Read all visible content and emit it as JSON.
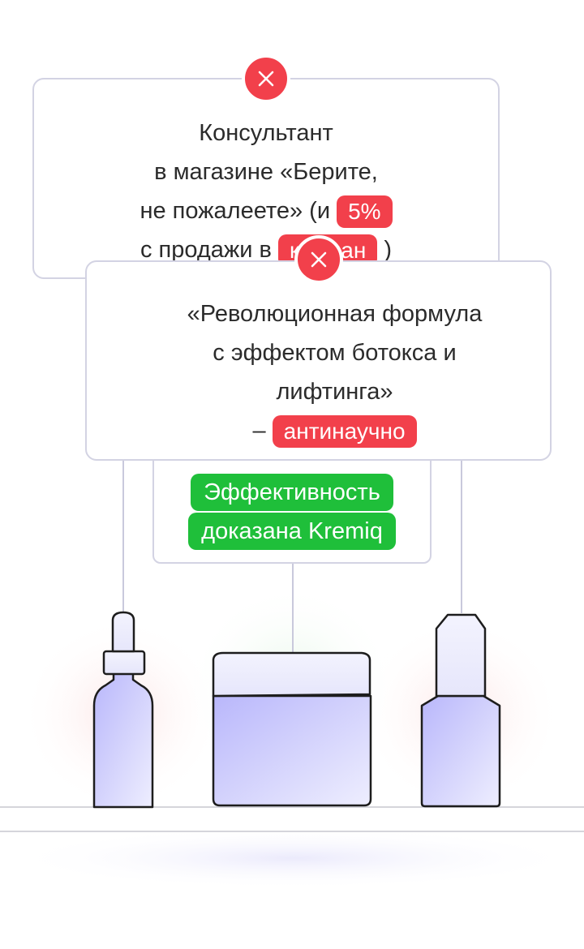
{
  "card_consultant": {
    "line1": "Консультант",
    "line2": "в магазине «Берите,",
    "line3_text": "не пожалеете» (и",
    "line3_tag": "5%",
    "line4_prefix": "с продажи в",
    "line4_tag": "карман",
    "line4_suffix": ")"
  },
  "card_formula": {
    "line1": "«Революционная формула",
    "line2": "с эффектом ботокса и",
    "line3": "лифтинга»",
    "line4_dash": "–",
    "line4_tag": "антинаучно"
  },
  "card_kremiq": {
    "line1": "Эффективность",
    "line2": "доказана Kremiq"
  },
  "colors": {
    "red": "#f2404b",
    "green": "#1fbf3a",
    "border": "#d3d3e3",
    "bottle_fill": "#c9c8fb"
  },
  "icons": {
    "reject": "close-icon"
  }
}
